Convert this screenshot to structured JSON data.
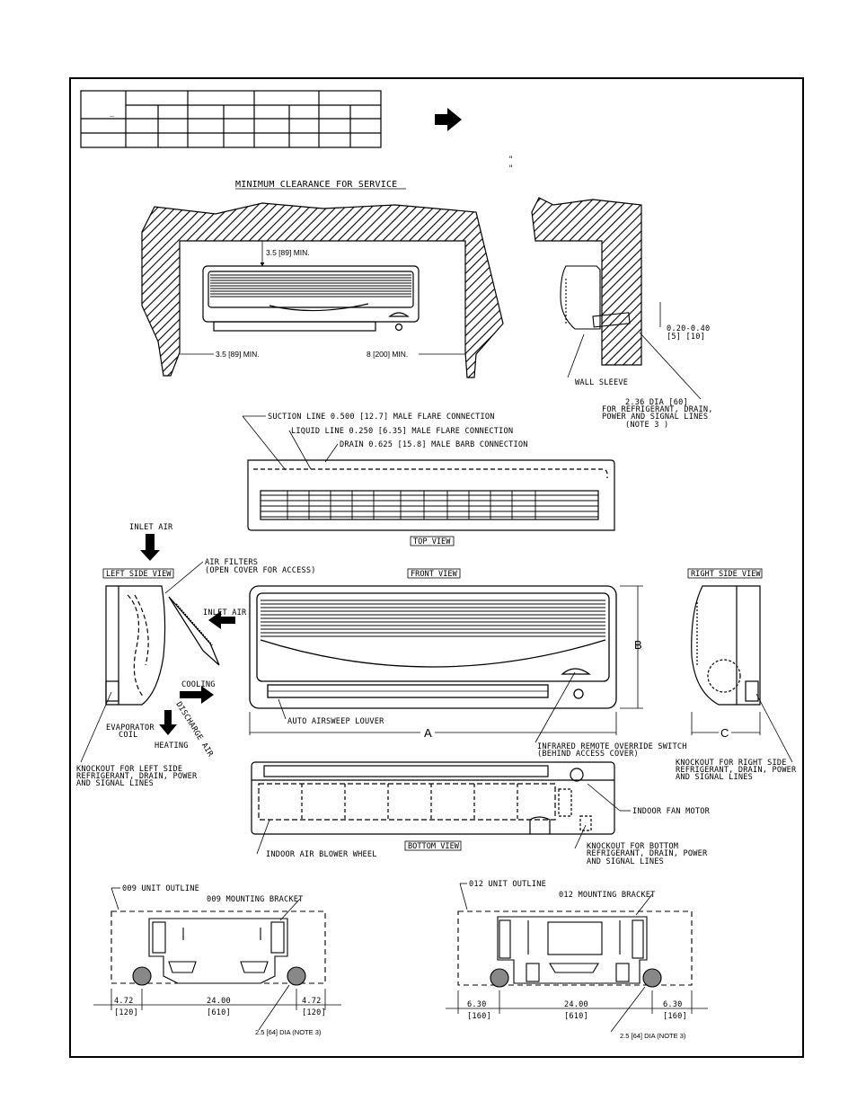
{
  "clearance": {
    "title": "MINIMUM CLEARANCE FOR SERVICE",
    "top_min": "3.5 [89] MIN.",
    "left_min": "3.5 [89] MIN.",
    "right_min": "8 [200] MIN.",
    "sleeve_gap": "0.20-0.40",
    "sleeve_gap_mm": "[5]  [10]",
    "wall_sleeve": "WALL SLEEVE",
    "sleeve_dia": "2.36 DIA [60]",
    "sleeve_note_1": "FOR REFRIGERANT, DRAIN,",
    "sleeve_note_2": "POWER AND SIGNAL LINES",
    "sleeve_note_3": "(NOTE 3 )"
  },
  "top_view": {
    "title": "TOP VIEW",
    "suction": "SUCTION LINE 0.500 [12.7] MALE FLARE CONNECTION",
    "liquid": "LIQUID LINE 0.250 [6.35] MALE FLARE CONNECTION",
    "drain": "DRAIN 0.625 [15.8] MALE BARB CONNECTION"
  },
  "left_view": {
    "title": "LEFT SIDE VIEW",
    "inlet_air_top": "INLET AIR",
    "filters_1": "AIR FILTERS",
    "filters_2": "(OPEN COVER FOR ACCESS)",
    "inlet_air_front": "INLET AIR",
    "cooling": "COOLING",
    "heating": "HEATING",
    "discharge": "DISCHARGE AIR",
    "evap_1": "EVAPORATOR",
    "evap_2": "COIL",
    "knock_1": "KNOCKOUT FOR LEFT SIDE",
    "knock_2": "REFRIGERANT, DRAIN, POWER",
    "knock_3": "AND SIGNAL LINES"
  },
  "front_view": {
    "title": "FRONT VIEW",
    "dim_a": "A",
    "dim_b": "B",
    "louver": "AUTO AIRSWEEP LOUVER",
    "switch_1": "INFRARED REMOTE OVERRIDE SWITCH",
    "switch_2": "(BEHIND ACCESS COVER)"
  },
  "right_view": {
    "title": "RIGHT SIDE VIEW",
    "dim_c": "C",
    "knock_1": "KNOCKOUT FOR RIGHT SIDE",
    "knock_2": "REFRIGERANT, DRAIN, POWER",
    "knock_3": "AND SIGNAL LINES"
  },
  "bottom_view": {
    "title": "BOTTOM VIEW",
    "fan_motor": "INDOOR FAN MOTOR",
    "blower": "INDOOR AIR BLOWER WHEEL",
    "knock_1": "KNOCKOUT FOR BOTTOM",
    "knock_2": "REFRIGERANT, DRAIN, POWER",
    "knock_3": "AND SIGNAL LINES"
  },
  "bracket_009": {
    "outline": "009 UNIT OUTLINE",
    "bracket": "009 MOUNTING BRACKET",
    "left_dim": "4.72",
    "left_dim_mm": "[120]",
    "mid_dim": "24.00",
    "mid_dim_mm": "[610]",
    "right_dim": "4.72",
    "right_dim_mm": "[120]",
    "hole": "2.5 [64] DIA (NOTE 3)"
  },
  "bracket_012": {
    "outline": "012 UNIT OUTLINE",
    "bracket": "012 MOUNTING BRACKET",
    "left_dim": "6.30",
    "left_dim_mm": "[160]",
    "mid_dim": "24.00",
    "mid_dim_mm": "[610]",
    "right_dim": "6.30",
    "right_dim_mm": "[160]",
    "hole": "2.5 [64] DIA (NOTE 3)"
  },
  "table": {
    "underscore": "_"
  },
  "marks": {
    "quote_1": "\"",
    "quote_2": "\""
  }
}
